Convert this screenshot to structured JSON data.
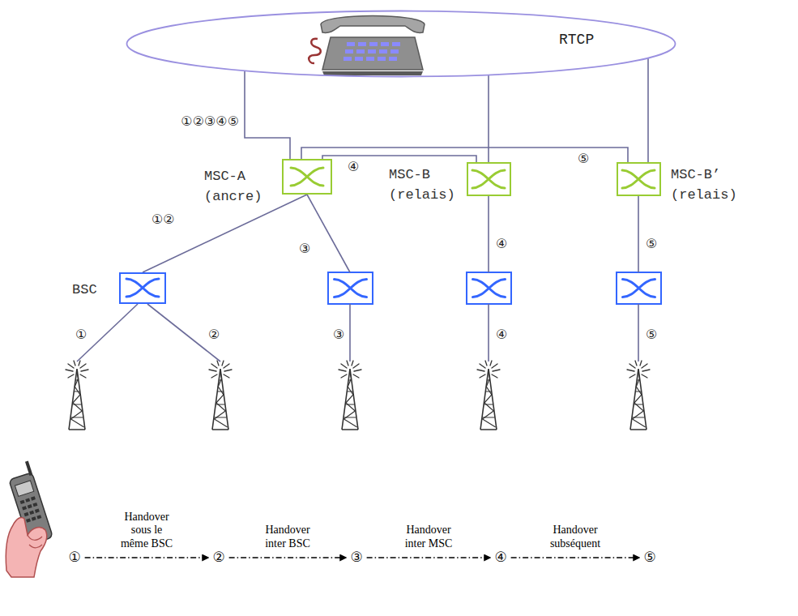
{
  "diagram": {
    "nodes": [
      {
        "text": [
          "RTCP"
        ]
      },
      {
        "text": [
          "MSC-A (ancre)"
        ]
      },
      {
        "text": [
          "MSC-B (relais)"
        ]
      },
      {
        "text": [
          "MSC-B’ (relais)"
        ]
      },
      {
        "text": [
          "BSC"
        ]
      },
      {
        "text": [
          "①"
        ]
      },
      {
        "text": [
          "②"
        ]
      },
      {
        "text": [
          "③"
        ]
      },
      {
        "text": [
          "④"
        ]
      },
      {
        "text": [
          "⑤"
        ]
      }
    ],
    "edges": [
      {
        "from": 0,
        "to": 1,
        "arrow": "none"
      },
      {
        "from": 0,
        "to": 2,
        "arrow": "none"
      },
      {
        "from": 0,
        "to": 3,
        "arrow": "none"
      },
      {
        "from": 1,
        "to": 2,
        "arrow": "none"
      },
      {
        "from": 1,
        "to": 3,
        "arrow": "none"
      },
      {
        "from": 1,
        "to": 4,
        "arrow": "none"
      },
      {
        "from": 5,
        "to": 6,
        "label": "Handover sous le même BSC",
        "arrow": "to"
      },
      {
        "from": 6,
        "to": 7,
        "label": "Handover inter BSC",
        "arrow": "to"
      },
      {
        "from": 7,
        "to": 8,
        "label": "Handover inter MSC",
        "arrow": "to"
      },
      {
        "from": 8,
        "to": 9,
        "label": "Handover subséquent",
        "arrow": "to"
      }
    ],
    "labels": [
      "①②③④⑤",
      "④",
      "⑤",
      "①②",
      "③",
      "④",
      "⑤",
      "①",
      "②",
      "③",
      "④",
      "⑤"
    ]
  }
}
